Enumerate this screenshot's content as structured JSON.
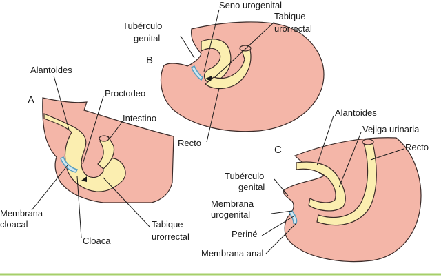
{
  "panels": {
    "a": {
      "letter": "A"
    },
    "b": {
      "letter": "B"
    },
    "c": {
      "letter": "C"
    }
  },
  "labels": {
    "a": {
      "alantoides": "Alantoides",
      "proctodeo": "Proctodeo",
      "intestino": "Intestino",
      "membrana_cloacal_1": "Membrana",
      "membrana_cloacal_2": "cloacal",
      "cloaca": "Cloaca",
      "tabique_1": "Tabique",
      "tabique_2": "urorrectal"
    },
    "b": {
      "seno": "Seno urogenital",
      "tabique_1": "Tabique",
      "tabique_2": "urorrectal",
      "tuberculo_1": "Tubérculo",
      "tuberculo_2": "genital",
      "recto": "Recto"
    },
    "c": {
      "alantoides": "Alantoides",
      "vejiga": "Vejiga urinaria",
      "recto": "Recto",
      "tuberculo_1": "Tubérculo",
      "tuberculo_2": "genital",
      "membrana_uro_1": "Membrana",
      "membrana_uro_2": "urogenital",
      "perine": "Periné",
      "membrana_anal": "Membrana anal"
    }
  },
  "colors": {
    "tissue": "#f4b6a8",
    "gut": "#fbeeb0",
    "membrane": "#5a9fc0",
    "bottom_rule": "#a6cf6a"
  }
}
